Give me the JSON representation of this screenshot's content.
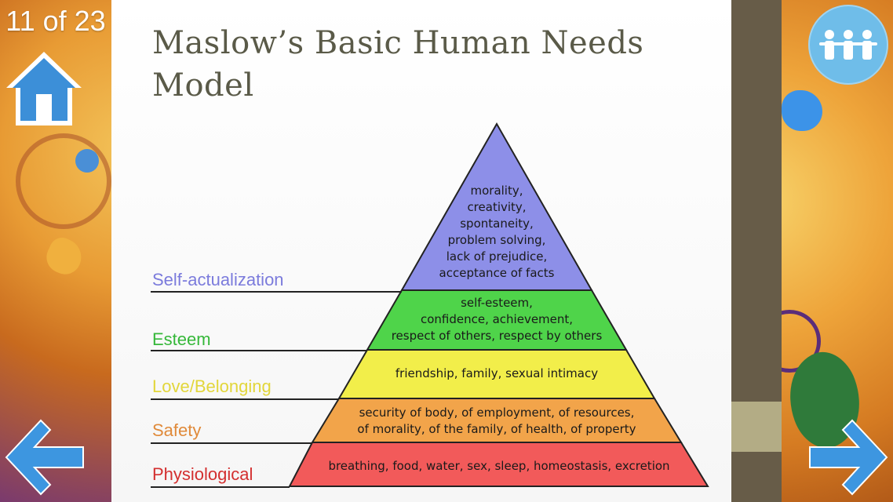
{
  "pager": {
    "current": "11 of 23"
  },
  "slide": {
    "title_line1": "Maslow’s Basic Human Needs",
    "title_line2": "Model"
  },
  "pyramid": {
    "levels": [
      {
        "label": "Self-actualization",
        "color": "#8d8fe8",
        "lines": [
          "morality,",
          "creativity,",
          "spontaneity,",
          "problem solving,",
          "lack of prejudice,",
          "acceptance of facts"
        ]
      },
      {
        "label": "Esteem",
        "color": "#4fd44a",
        "lines": [
          "self-esteem,",
          "confidence, achievement,",
          "respect of others, respect by others"
        ]
      },
      {
        "label": "Love/Belonging",
        "color": "#f2ee4a",
        "lines": [
          "friendship, family, sexual intimacy"
        ]
      },
      {
        "label": "Safety",
        "color": "#f2a44a",
        "lines": [
          "security of body, of employment, of resources,",
          "of morality, of the family, of health, of property"
        ]
      },
      {
        "label": "Physiological",
        "color": "#f25a5a",
        "lines": [
          "breathing, food, water, sex, sleep, homeostasis, excretion"
        ]
      }
    ]
  },
  "icons": {
    "home": "home-icon",
    "prev": "arrow-left-icon",
    "next": "arrow-right-icon",
    "people": "people-icon"
  },
  "colors": {
    "label_self": "#7b7bdc",
    "label_esteem": "#36b83a",
    "label_love": "#e2d63a",
    "label_safety": "#e08a3a",
    "label_phys": "#d32f2f",
    "arrow_blue": "#3d96e0",
    "home_blue": "#3c8fd8"
  }
}
